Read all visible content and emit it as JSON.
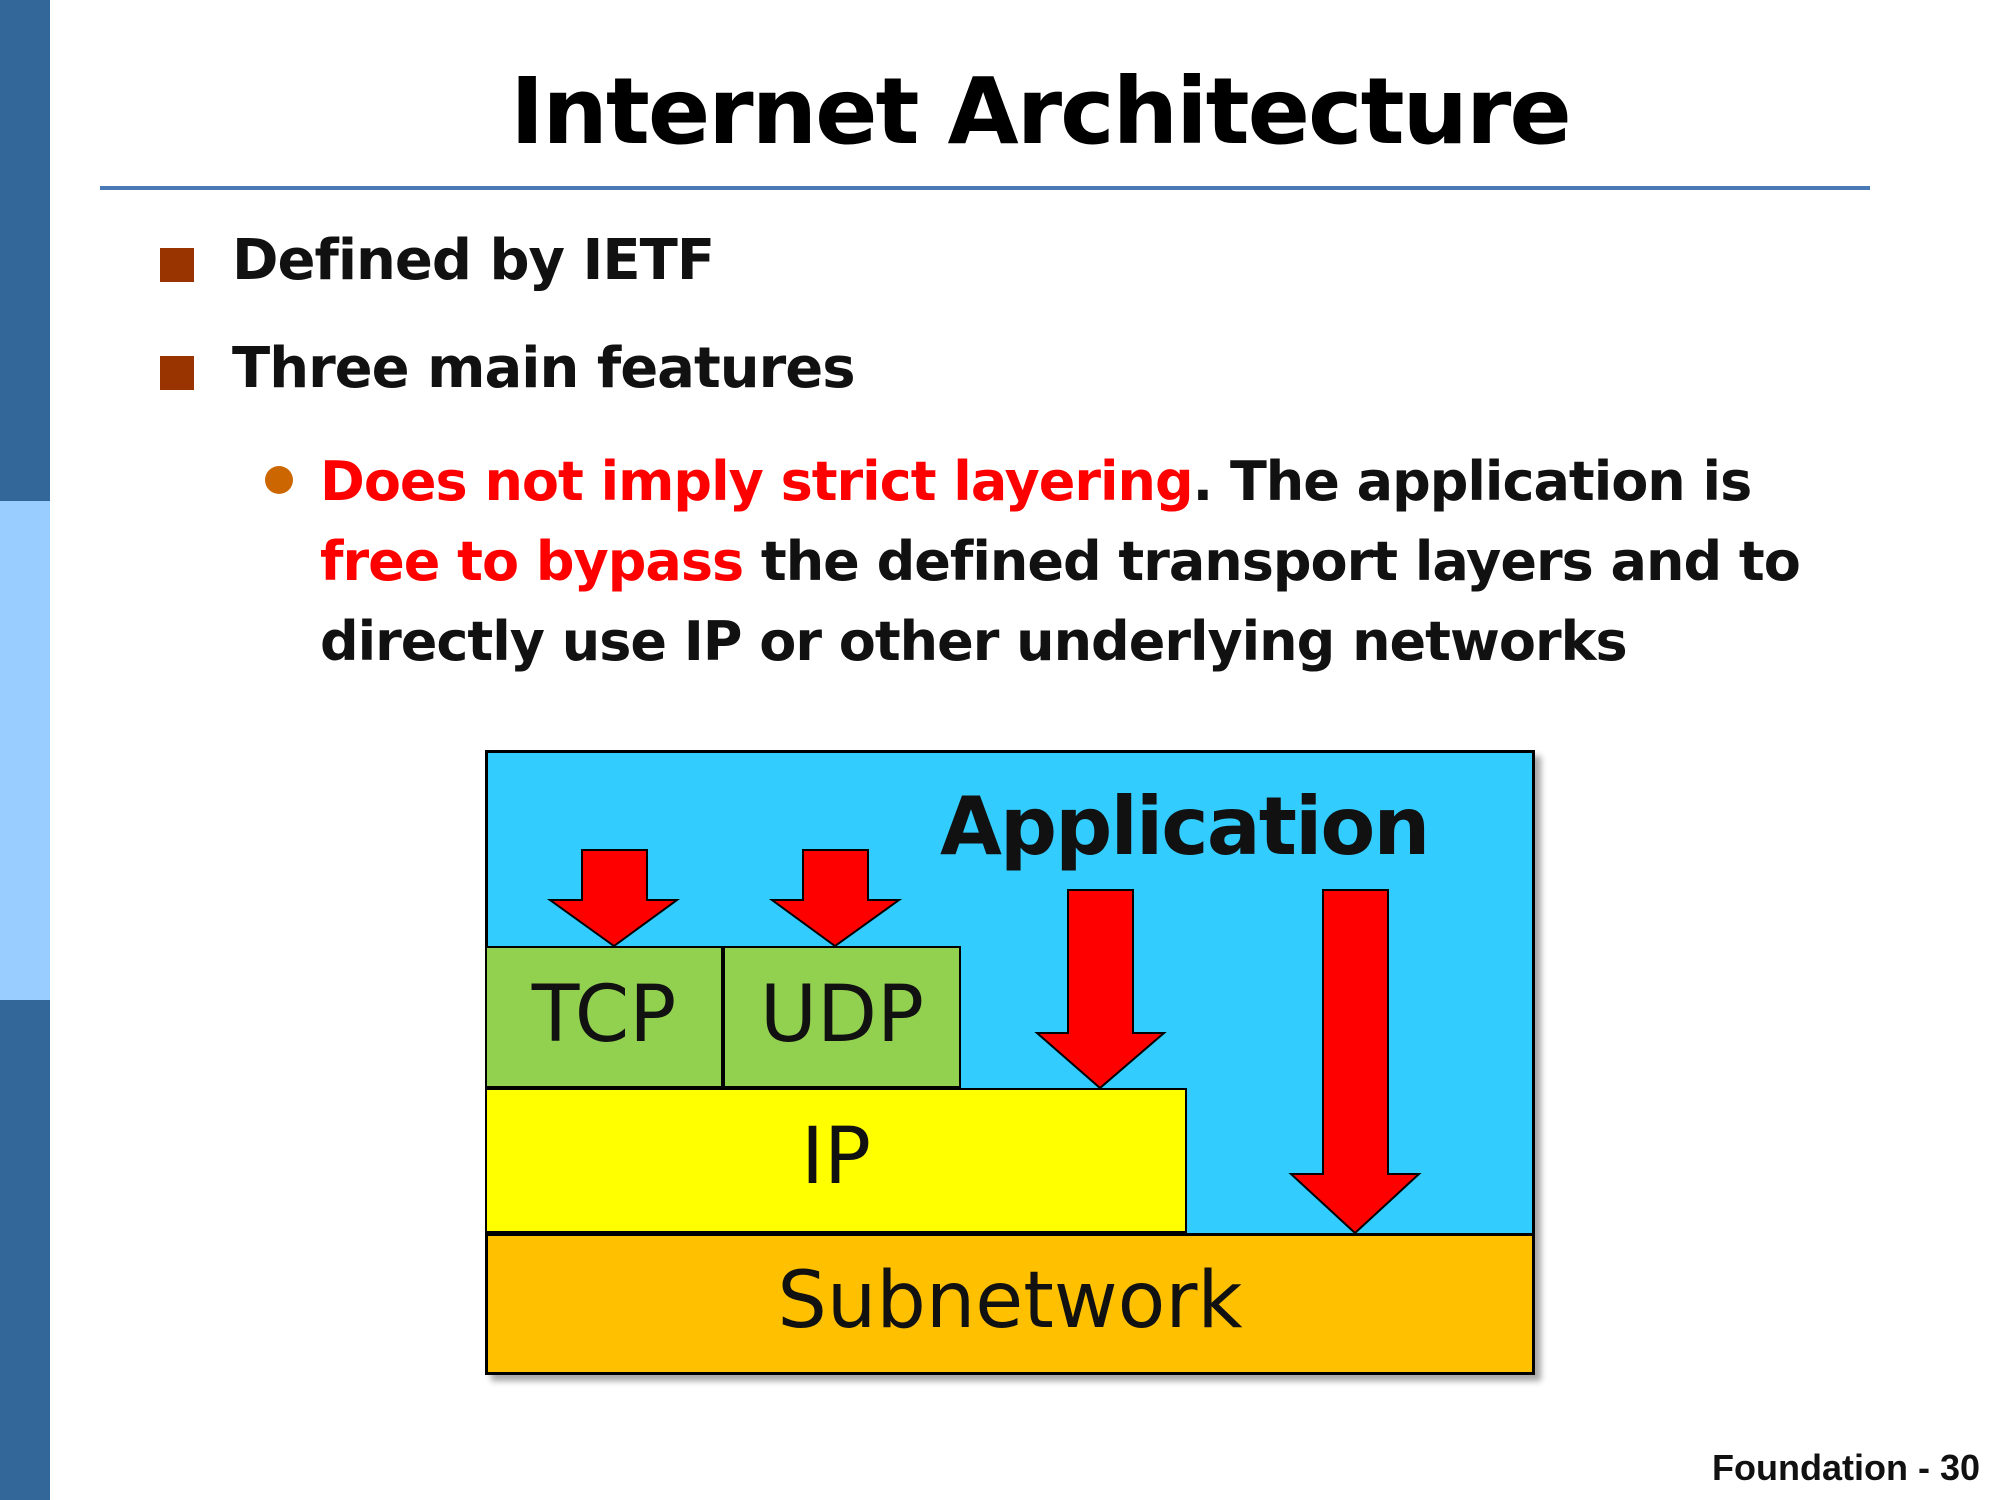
{
  "slide": {
    "title": "Internet Architecture",
    "bullets": [
      "Defined by IETF",
      "Three main features"
    ],
    "sub_bullet": {
      "part1_red": "Does not imply strict layering",
      "part2": ". The application is ",
      "part3_red": "free to bypass",
      "part4": " the defined transport layers and to directly use IP or other underlying networks"
    },
    "footer": "Foundation - 30"
  },
  "diagram": {
    "application": "Application",
    "tcp": "TCP",
    "udp": "UDP",
    "ip": "IP",
    "subnetwork": "Subnetwork"
  },
  "colors": {
    "application": "#33ccff",
    "transport": "#92d050",
    "ip": "#ffff00",
    "subnetwork": "#ffc000",
    "arrow": "#ff0000",
    "emphasis": "#ff0000",
    "bullet_square": "#993300",
    "bullet_dot": "#cc6600",
    "rule": "#4a7ab5"
  }
}
